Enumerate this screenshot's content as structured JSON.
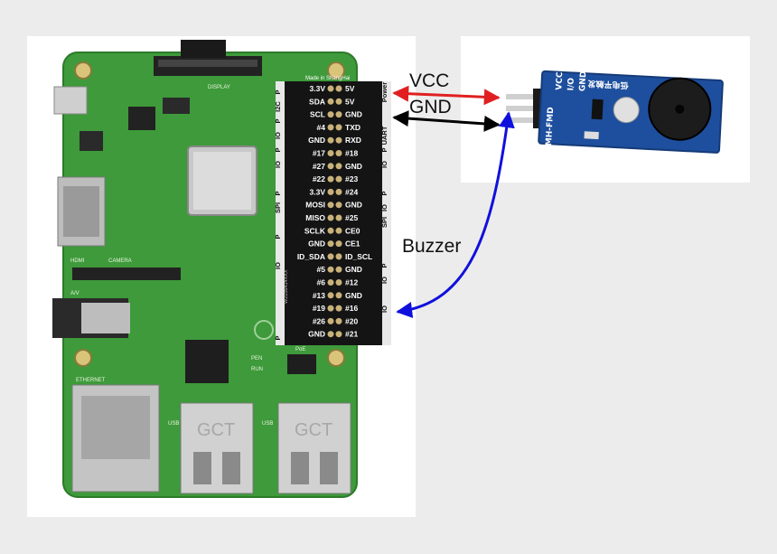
{
  "labels": {
    "vcc": "VCC",
    "gnd": "GND",
    "buzzer": "Buzzer"
  },
  "colors": {
    "vcc_wire": "#e02020",
    "gnd_wire": "#000000",
    "signal_wire": "#1010dd",
    "board": "#3e9a3a",
    "header": "#141414",
    "module": "#1e4f9e"
  },
  "rpi": {
    "silkscreen": {
      "display": "DISPLAY",
      "camera": "CAMERA",
      "hdmi": "HDMI",
      "av": "A/V",
      "ethernet": "ETHERNET",
      "usb_left": "USB",
      "usb_right": "USB",
      "run": "RUN",
      "pen": "PEN",
      "poe": "PoE",
      "usb_brand_left": "GCT",
      "usb_brand_right": "GCT"
    },
    "header_top_note": "Made in ShangHai",
    "header_left_side": [
      "P",
      "I2C",
      "P",
      "IO",
      "P",
      "IO",
      "",
      "P",
      "SPI",
      "",
      "P",
      "",
      "IO",
      "",
      "",
      "",
      "",
      "P"
    ],
    "header_right_side": [
      "Power",
      "",
      "",
      "UART",
      "P",
      "IO",
      "",
      "P",
      "IO",
      "SPI",
      "",
      "",
      "P",
      "IO",
      "",
      "IO",
      "",
      ""
    ],
    "header_serial": "W2156414XXX",
    "pins_left": [
      "3.3V",
      "SDA",
      "SCL",
      "#4",
      "GND",
      "#17",
      "#27",
      "#22",
      "3.3V",
      "MOSI",
      "MISO",
      "SCLK",
      "GND",
      "ID_SDA",
      "#5",
      "#6",
      "#13",
      "#19",
      "#26",
      "GND"
    ],
    "pins_right": [
      "5V",
      "5V",
      "GND",
      "TXD",
      "RXD",
      "#18",
      "GND",
      "#23",
      "#24",
      "GND",
      "#25",
      "CE0",
      "CE1",
      "ID_SCL",
      "GND",
      "#12",
      "GND",
      "#16",
      "#20",
      "#21"
    ]
  },
  "module": {
    "pins": [
      "VCC",
      "I/O",
      "GND"
    ],
    "title_cn": "低电平触发",
    "model": "MH-FMD"
  }
}
